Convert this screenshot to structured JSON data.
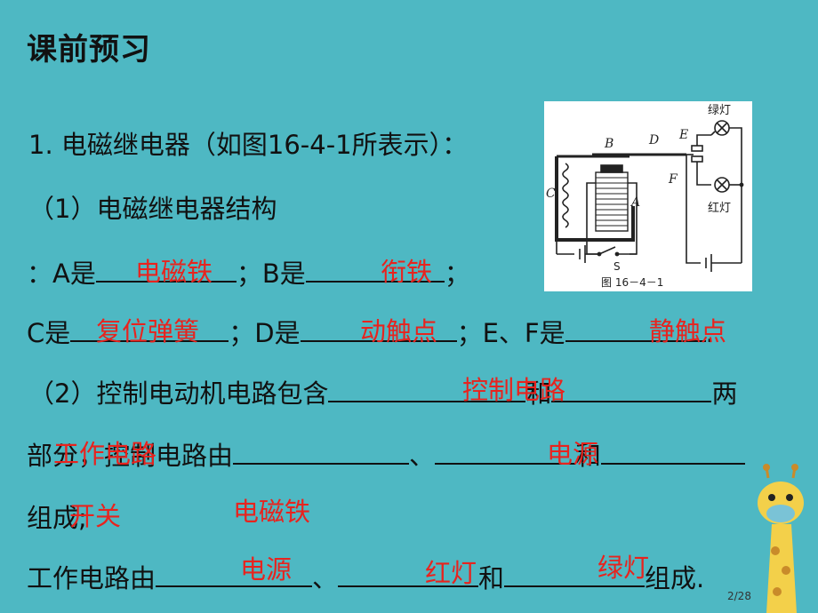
{
  "title": "课前预习",
  "lines": {
    "l1": "1. 电磁继电器（如图16-4-1所表示）：",
    "l2": "（1）电磁继电器结构",
    "l3a": "：A是",
    "l3b": "；B是",
    "l3c": "；",
    "l4a": "C是",
    "l4b": "；D是",
    "l4c": "；E、F是",
    "l4d": ".",
    "l5a": "（2）控制电动机电路包含",
    "l5b": "和",
    "l5c": "两",
    "l6a": "部分，控制电路由",
    "l6b": "、",
    "l6c": "和",
    "l7a": "组成;",
    "l8a": "工作电路由",
    "l8b": "、",
    "l8c": "和",
    "l8d": "组成."
  },
  "answers": {
    "a_A": "电磁铁",
    "a_B": "衔铁",
    "a_C": "复位弹簧",
    "a_D": "动触点",
    "a_EF": "静触点",
    "a_ctrl": "控制电路",
    "a_work": "工作电路",
    "a_src1": "电源",
    "a_switch": "开关",
    "a_magnet": "电磁铁",
    "a_src2": "电源",
    "a_red": "红灯",
    "a_green": "绿灯"
  },
  "figure": {
    "caption": "图 16－4－1",
    "green_lamp": "绿灯",
    "red_lamp": "红灯",
    "lbl_B": "B",
    "lbl_C": "C",
    "lbl_D": "D",
    "lbl_E": "E",
    "lbl_F": "F",
    "lbl_A": "A",
    "lbl_S": "S"
  },
  "page_number": "2/28"
}
